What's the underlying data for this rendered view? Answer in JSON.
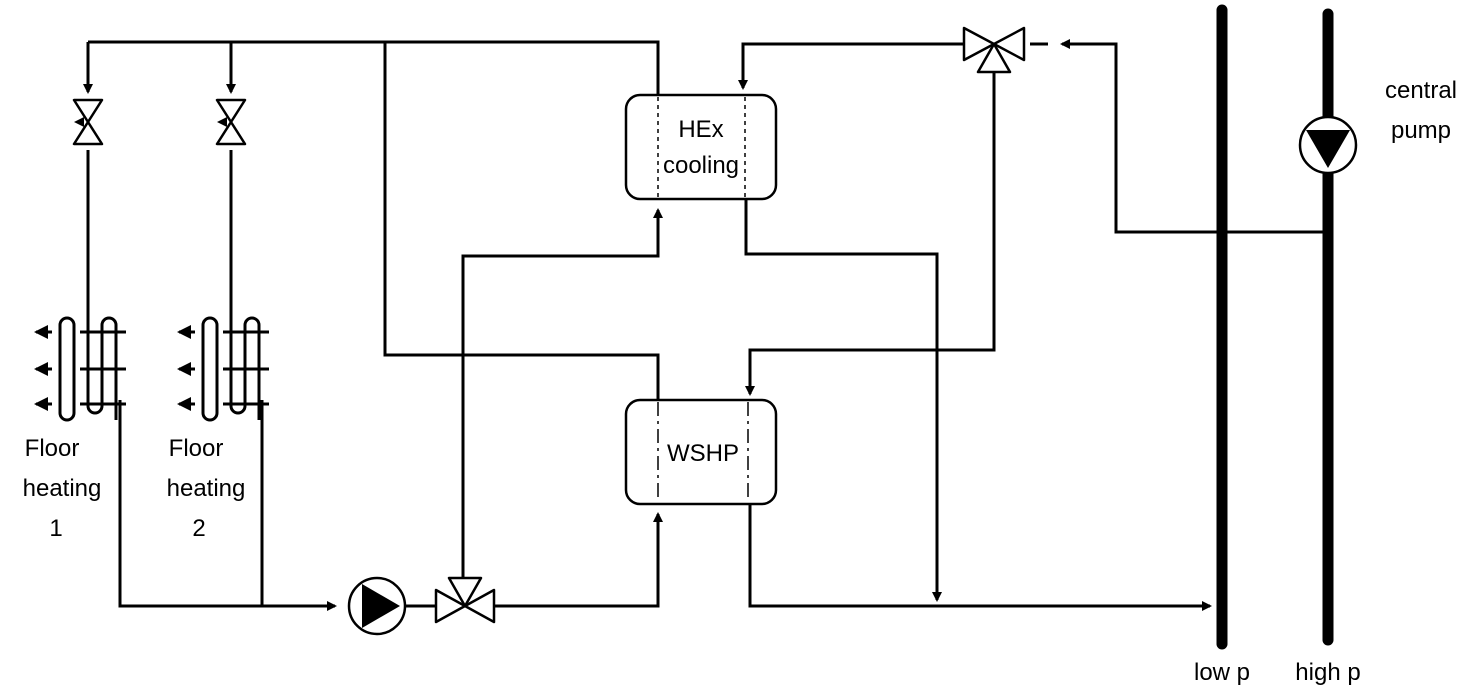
{
  "components": {
    "hex": {
      "line1": "HEx",
      "line2": "cooling"
    },
    "wshp": {
      "label": "WSHP"
    },
    "floor1": {
      "line1": "Floor",
      "line2": "heating",
      "line3": "1"
    },
    "floor2": {
      "line1": "Floor",
      "line2": "heating",
      "line3": "2"
    },
    "central_pump": {
      "line1": "central",
      "line2": "pump"
    },
    "low_p": {
      "label": "low p"
    },
    "high_p": {
      "label": "high p"
    }
  }
}
